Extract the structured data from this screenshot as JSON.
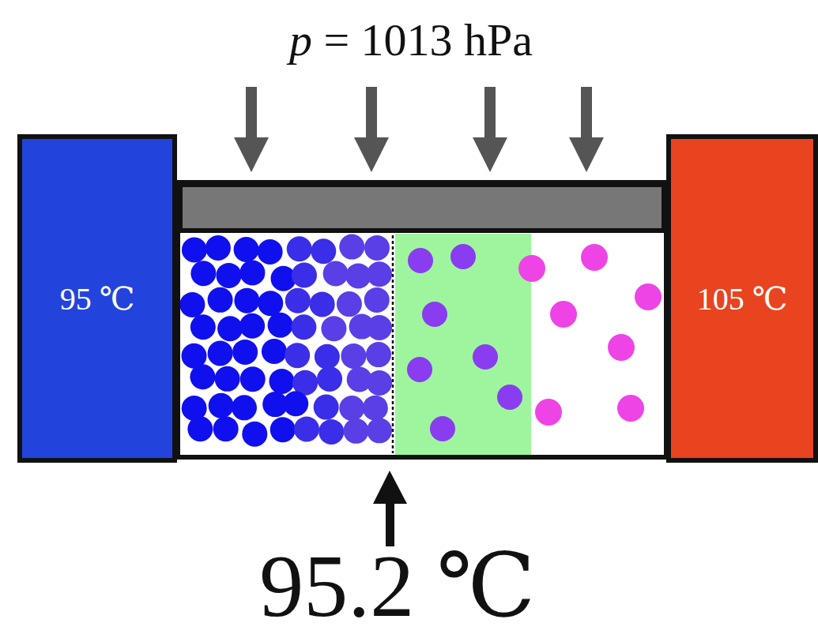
{
  "diagram": {
    "nodes": [
      {
        "text": [
          "95 ℃"
        ]
      },
      {
        "text": [
          "105 ℃"
        ]
      }
    ],
    "labels": [
      "p = 1013 hPa",
      "95.2 ℃"
    ]
  }
}
